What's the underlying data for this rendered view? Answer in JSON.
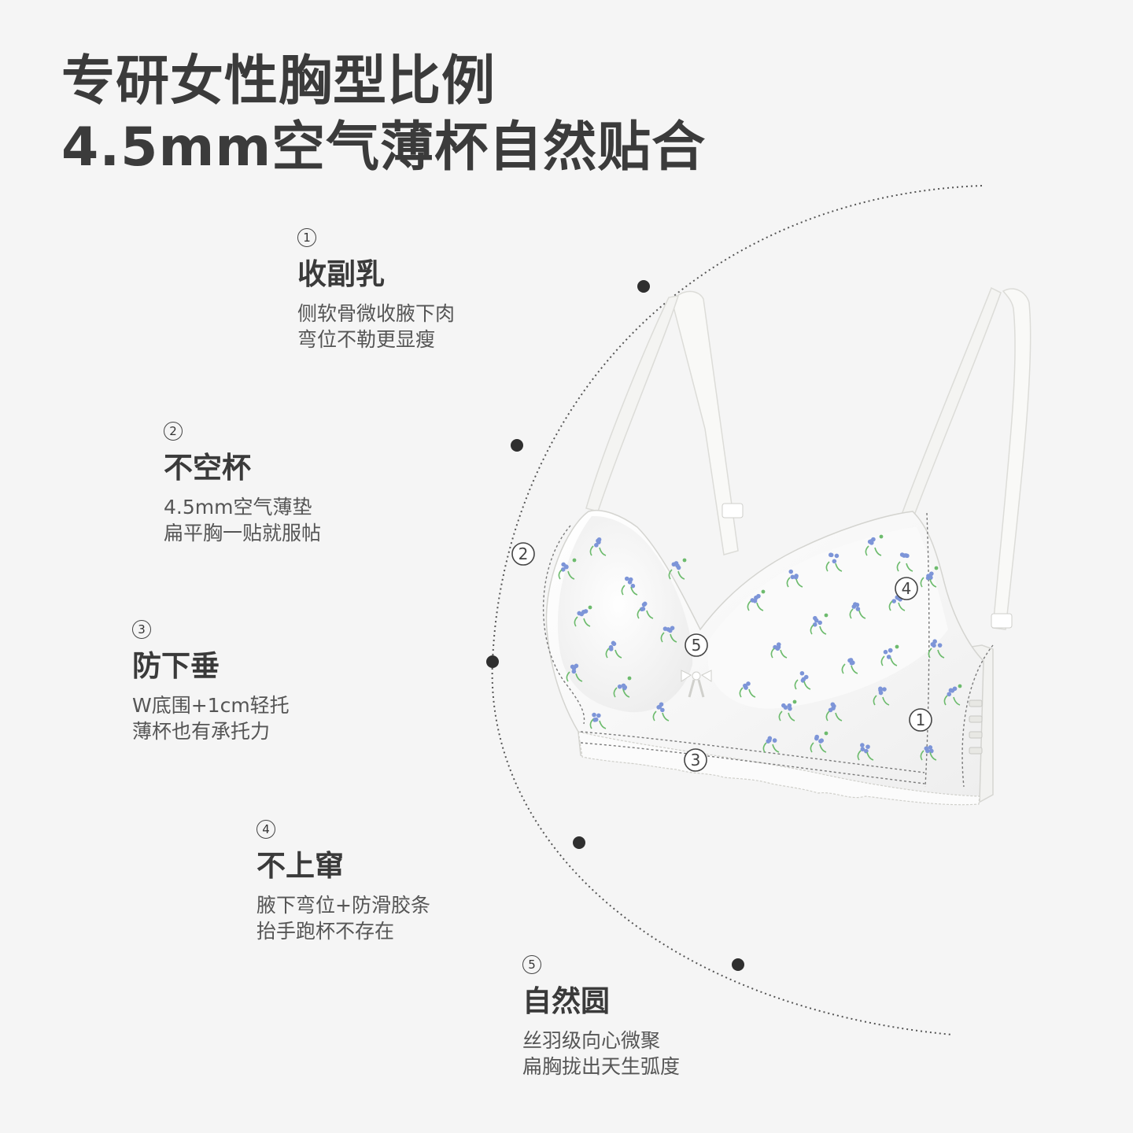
{
  "headline": {
    "line1": "专研女性胸型比例",
    "line2": "4.5mm空气薄杯自然贴合"
  },
  "features": [
    {
      "num": "1",
      "title": "收副乳",
      "desc1": "侧软骨微收腋下肉",
      "desc2": "弯位不勒更显瘦"
    },
    {
      "num": "2",
      "title": "不空杯",
      "desc1": "4.5mm空气薄垫",
      "desc2": "扁平胸一贴就服帖"
    },
    {
      "num": "3",
      "title": "防下垂",
      "desc1": "W底围+1cm轻托",
      "desc2": "薄杯也有承托力"
    },
    {
      "num": "4",
      "title": "不上窜",
      "desc1": "腋下弯位+防滑胶条",
      "desc2": "抬手跑杯不存在"
    },
    {
      "num": "5",
      "title": "自然圆",
      "desc1": "丝羽级向心微聚",
      "desc2": "扁胸拢出天生弧度"
    }
  ],
  "product_badges": [
    "1",
    "2",
    "3",
    "4",
    "5"
  ],
  "colors": {
    "background": "#f5f5f5",
    "text_dark": "#3b3b3b",
    "fabric": "#ffffff",
    "floral_blue": "#7d95d8",
    "floral_green": "#6dbb6d"
  }
}
